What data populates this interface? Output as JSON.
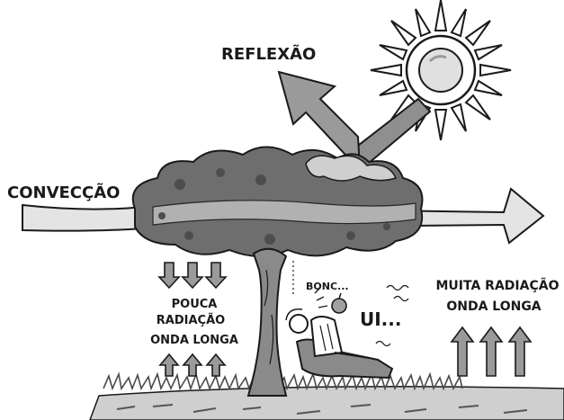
{
  "labels": {
    "reflexao": "REFLEXÃO",
    "conveccao": "CONVECÇÃO",
    "pouca_1": "POUCA",
    "pouca_2": "RADIAÇÃO",
    "pouca_3": "ONDA LONGA",
    "muita_1": "MUITA RADIAÇÃO",
    "muita_2": "ONDA LONGA",
    "bonc": "BONC...",
    "ui": "UI..."
  },
  "colors": {
    "ink": "#1a1a1a",
    "arrow_fill": "#9a9a9a",
    "arrow_light": "#e4e4e4",
    "canopy": "#6e6e6e",
    "canopy_light": "#bdbdbd",
    "trunk": "#8a8a8a",
    "grass": "#7a7a7a",
    "sun": "#e0e0e0"
  },
  "icons": [
    "sun-icon",
    "tree-icon",
    "person-reading-icon",
    "apple-icon",
    "grass-ground"
  ]
}
